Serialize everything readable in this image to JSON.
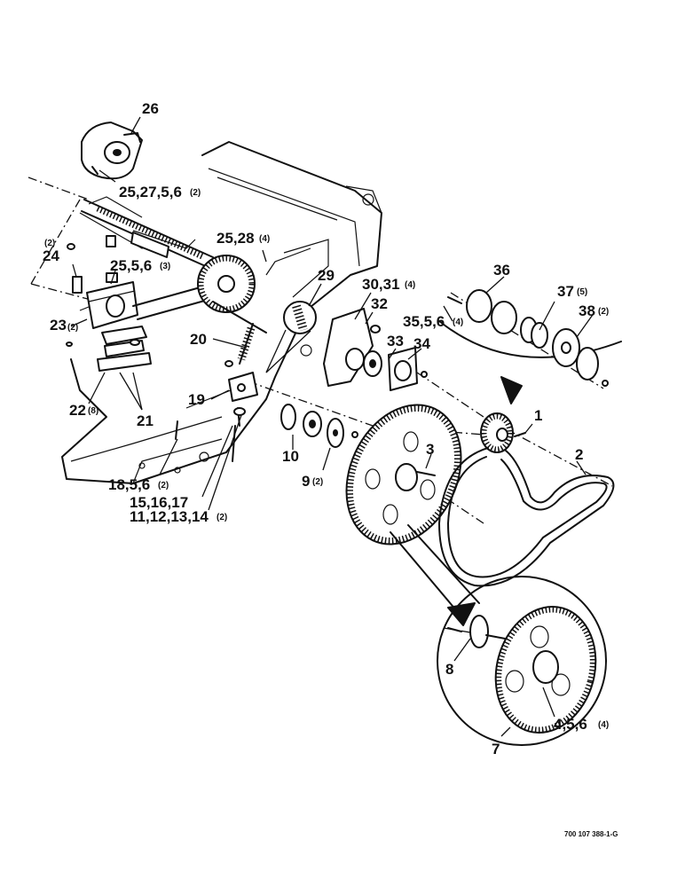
{
  "callouts": [
    {
      "id": "26",
      "text": "26",
      "qty": ""
    },
    {
      "id": "25_27_5_6",
      "text": "25,27,5,6",
      "qty": "(2)"
    },
    {
      "id": "24",
      "text": "24",
      "qty": "(2)"
    },
    {
      "id": "25_5_6",
      "text": "25,5,6",
      "qty": "(3)"
    },
    {
      "id": "23",
      "text": "23",
      "qty": "(2)"
    },
    {
      "id": "25_28",
      "text": "25,28",
      "qty": "(4)"
    },
    {
      "id": "29",
      "text": "29",
      "qty": ""
    },
    {
      "id": "30_31",
      "text": "30,31",
      "qty": "(4)"
    },
    {
      "id": "32",
      "text": "32",
      "qty": ""
    },
    {
      "id": "35_5_6",
      "text": "35,5,6",
      "qty": "(4)"
    },
    {
      "id": "36",
      "text": "36",
      "qty": ""
    },
    {
      "id": "37",
      "text": "37",
      "qty": "(5)"
    },
    {
      "id": "38",
      "text": "38",
      "qty": "(2)"
    },
    {
      "id": "20",
      "text": "20",
      "qty": ""
    },
    {
      "id": "33",
      "text": "33",
      "qty": ""
    },
    {
      "id": "34",
      "text": "34",
      "qty": ""
    },
    {
      "id": "19",
      "text": "19",
      "qty": ""
    },
    {
      "id": "22",
      "text": "22",
      "qty": "(8)"
    },
    {
      "id": "21",
      "text": "21",
      "qty": ""
    },
    {
      "id": "1",
      "text": "1",
      "qty": ""
    },
    {
      "id": "2",
      "text": "2",
      "qty": ""
    },
    {
      "id": "3",
      "text": "3",
      "qty": ""
    },
    {
      "id": "10",
      "text": "10",
      "qty": ""
    },
    {
      "id": "9",
      "text": "9",
      "qty": "(2)"
    },
    {
      "id": "18_5_6",
      "text": "18,5,6",
      "qty": "(2)"
    },
    {
      "id": "15_16_17",
      "text": "15,16,17",
      "qty": ""
    },
    {
      "id": "11_12_13_14",
      "text": "11,12,13,14",
      "qty": "(2)"
    },
    {
      "id": "8",
      "text": "8",
      "qty": ""
    },
    {
      "id": "4_5_6",
      "text": "4,5,6",
      "qty": "(4)"
    },
    {
      "id": "7",
      "text": "7",
      "qty": ""
    }
  ],
  "drawing_code": "700 107 388-1-G"
}
